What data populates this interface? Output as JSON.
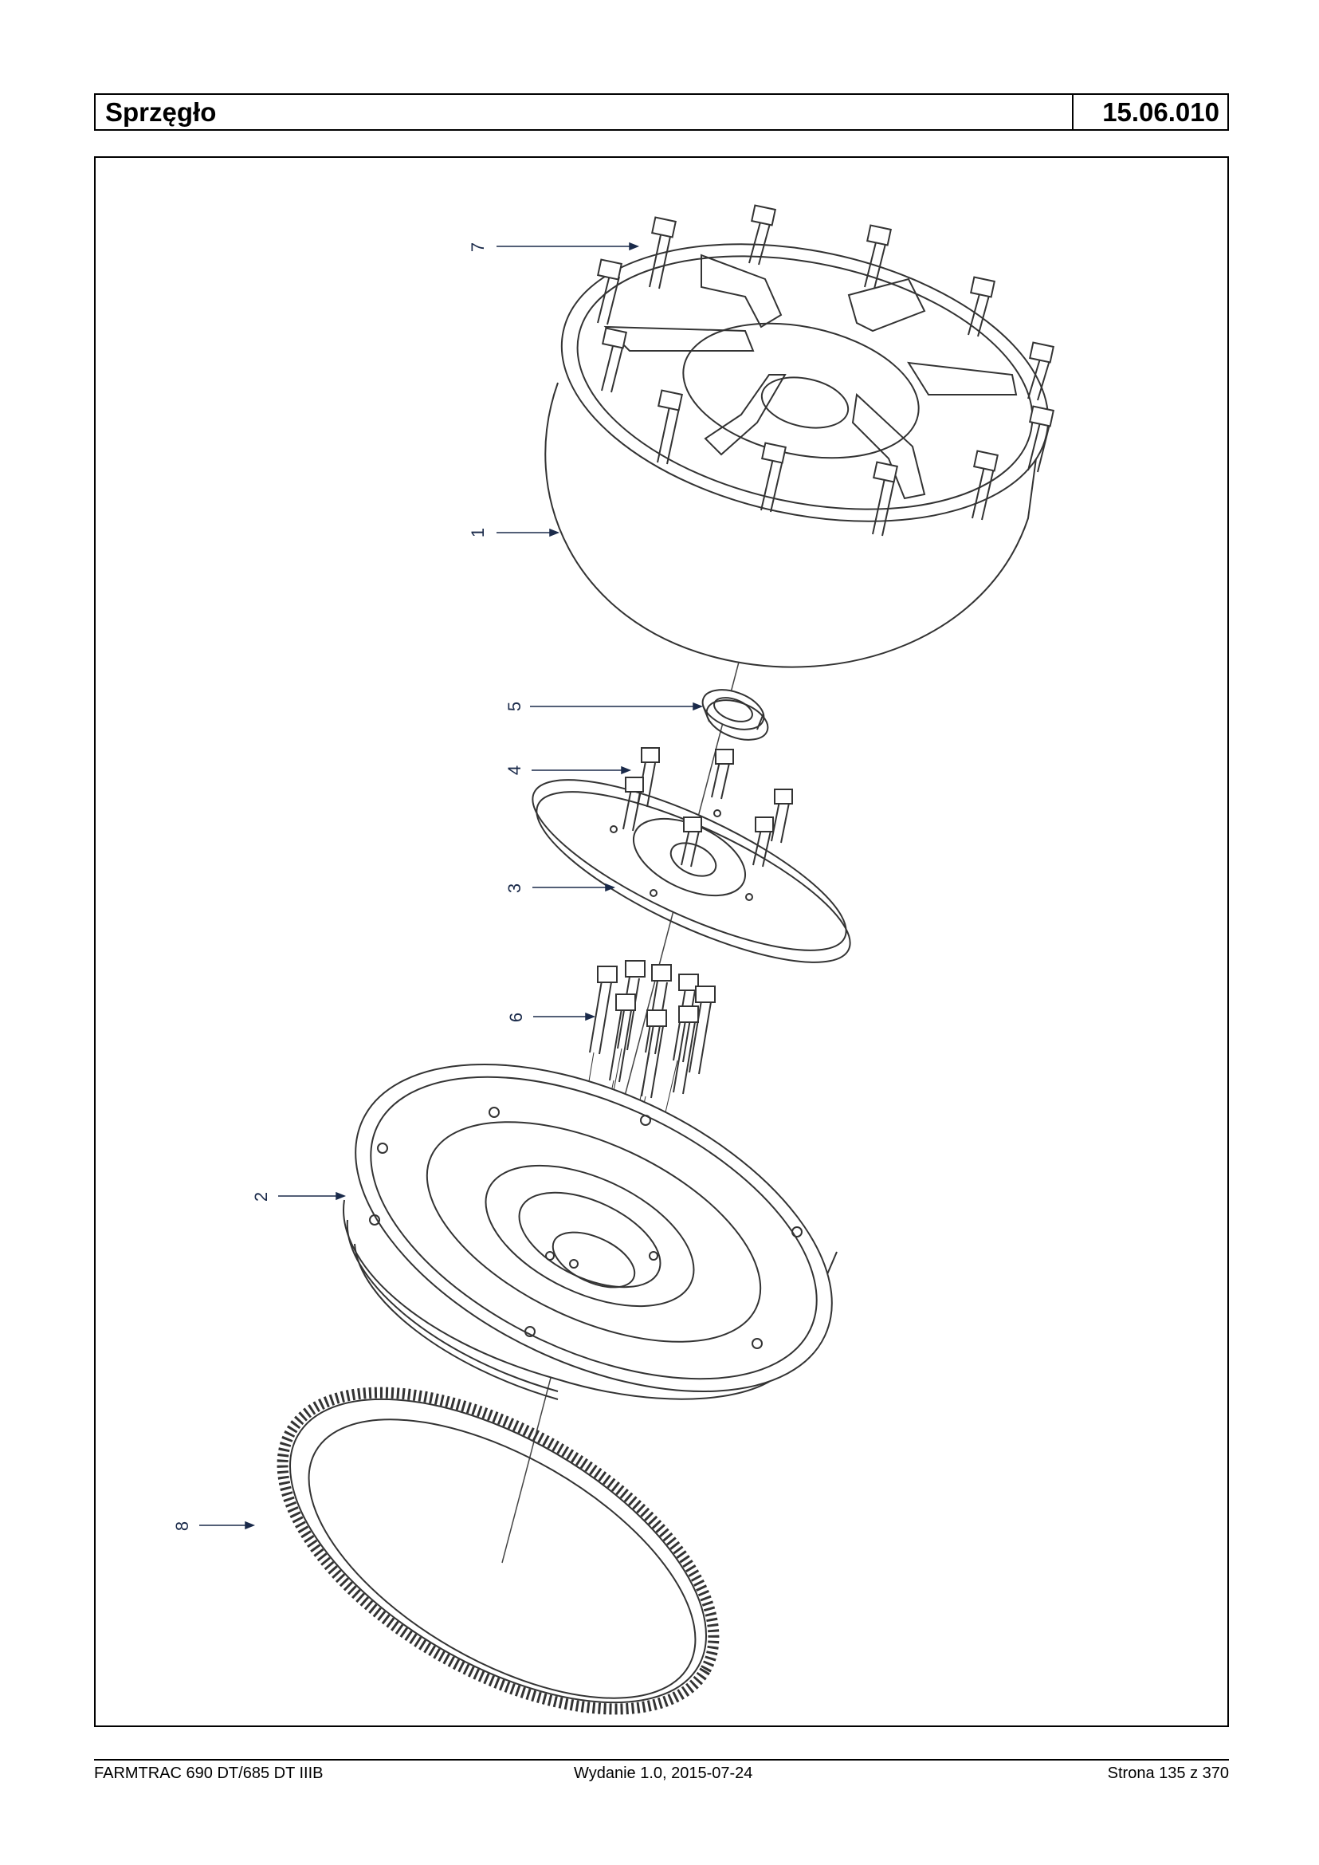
{
  "header": {
    "title": "Sprzęgło",
    "code": "15.06.010"
  },
  "callouts": {
    "c1": "1",
    "c2": "2",
    "c3": "3",
    "c4": "4",
    "c5": "5",
    "c6": "6",
    "c7": "7",
    "c8": "8"
  },
  "footer": {
    "model": "FARMTRAC 690 DT/685 DT IIIB",
    "edition": "Wydanie 1.0,  2015-07-24",
    "page": "Strona 135 z 370"
  }
}
